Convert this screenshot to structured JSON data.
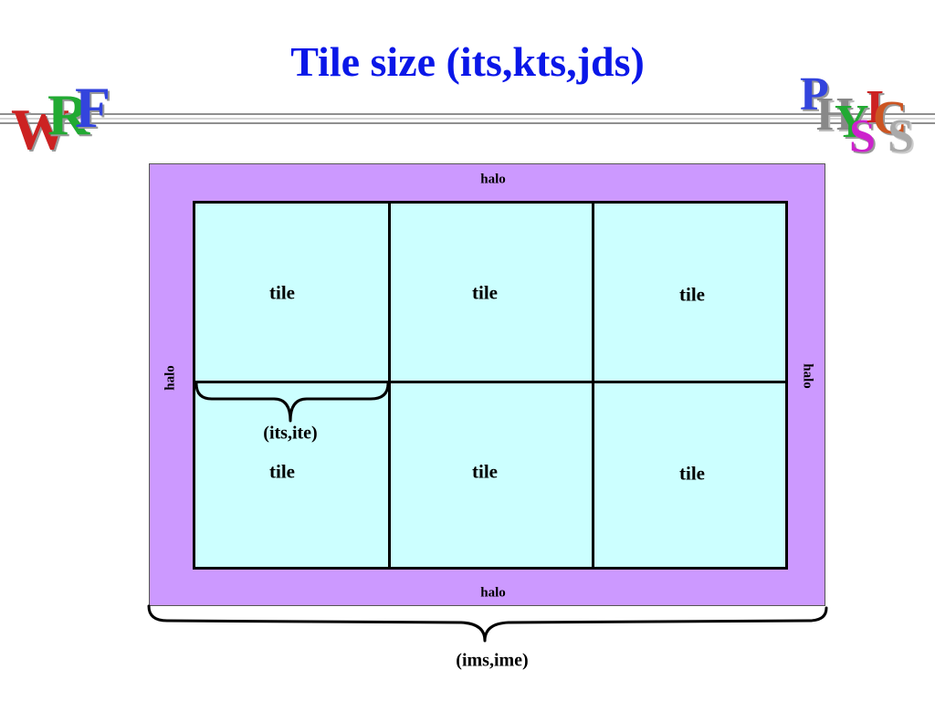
{
  "slide": {
    "title": "Tile size (its,kts,jds)"
  },
  "logos": {
    "left_letters": [
      "W",
      "R",
      "F"
    ],
    "right_letters": [
      "P",
      "H",
      "Y",
      "S",
      "I",
      "C",
      "S"
    ]
  },
  "diagram": {
    "halo_labels": {
      "top": "halo",
      "bottom": "halo",
      "left": "halo",
      "right": "halo"
    },
    "tiles": [
      "tile",
      "tile",
      "tile",
      "tile",
      "tile",
      "tile"
    ],
    "tile_range_label": "(its,ite)",
    "memory_range_label": "(ims,ime)"
  },
  "colors": {
    "title": "#0a17e8",
    "halo_fill": "#cc99ff",
    "tile_fill": "#ccffff",
    "lines": "#000000"
  }
}
